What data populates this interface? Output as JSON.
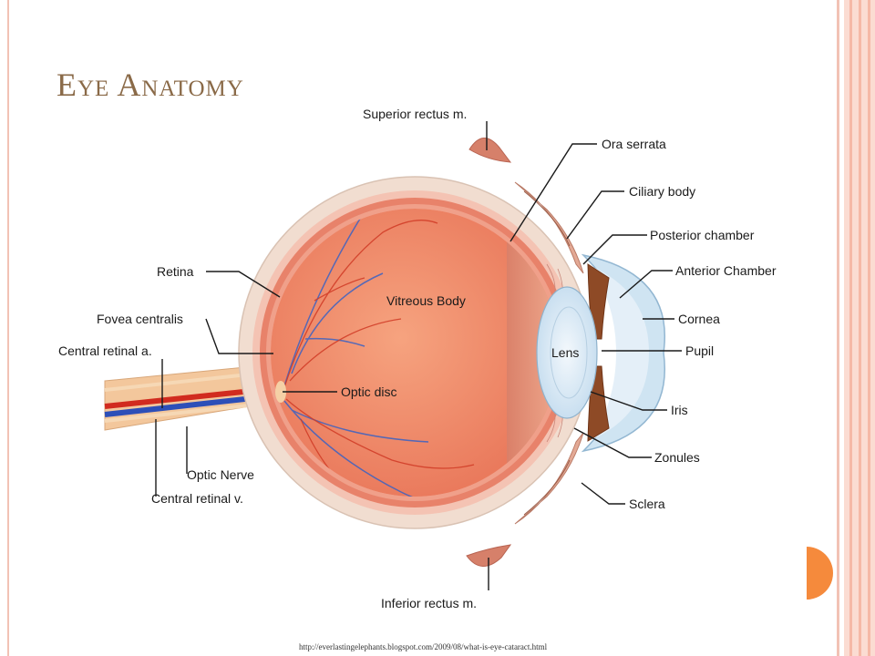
{
  "slide": {
    "title": "Eye Anatomy",
    "source_url": "http://everlastingelephants.blogspot.com/2009/08/what-is-eye-cataract.html"
  },
  "diagram": {
    "labels": {
      "superior_rectus": "Superior rectus m.",
      "ora_serrata": "Ora serrata",
      "ciliary_body": "Ciliary body",
      "posterior_chamber": "Posterior chamber",
      "anterior_chamber": "Anterior Chamber",
      "cornea": "Cornea",
      "pupil": "Pupil",
      "iris": "Iris",
      "zonules": "Zonules",
      "sclera": "Sclera",
      "inferior_rectus": "Inferior rectus m.",
      "retina": "Retina",
      "fovea_centralis": "Fovea centralis",
      "central_retinal_artery": "Central retinal a.",
      "optic_disc": "Optic disc",
      "optic_nerve": "Optic Nerve",
      "central_retinal_vein": "Central retinal v.",
      "vitreous_body": "Vitreous Body",
      "lens": "Lens"
    }
  },
  "colors": {
    "title": "#8a6a48",
    "frame": "#f2c2b5",
    "accent_tab": "#f58a3c",
    "sclera": "#f1ddd0",
    "choroid": "#e8826a",
    "vitreous": "#ee8f6a",
    "cornea": "#cfe4f2",
    "lens": "#dcebf7",
    "iris": "#8e4a26",
    "artery": "#d12b1f",
    "vein": "#2d4fb8"
  }
}
